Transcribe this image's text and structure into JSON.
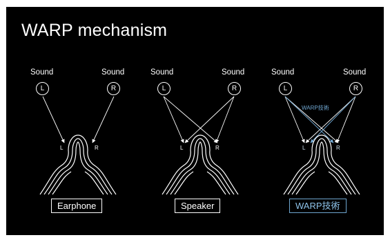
{
  "slide": {
    "title": "WARP mechanism",
    "background": "#000000",
    "panels": [
      {
        "left_sound": "Sound",
        "right_sound": "Sound",
        "left_channel": "L",
        "right_channel": "R",
        "ear_left": "L",
        "ear_right": "R",
        "label": "Earphone"
      },
      {
        "left_sound": "Sound",
        "right_sound": "Sound",
        "left_channel": "L",
        "right_channel": "R",
        "ear_left": "L",
        "ear_right": "R",
        "label": "Speaker"
      },
      {
        "left_sound": "Sound",
        "right_sound": "Sound",
        "left_channel": "L",
        "right_channel": "R",
        "ear_left": "L",
        "ear_right": "R",
        "label": "WARP技術",
        "note": "WARP技術"
      }
    ],
    "colors": {
      "white": "#ffffff",
      "accent": "#6fa6d0"
    }
  }
}
